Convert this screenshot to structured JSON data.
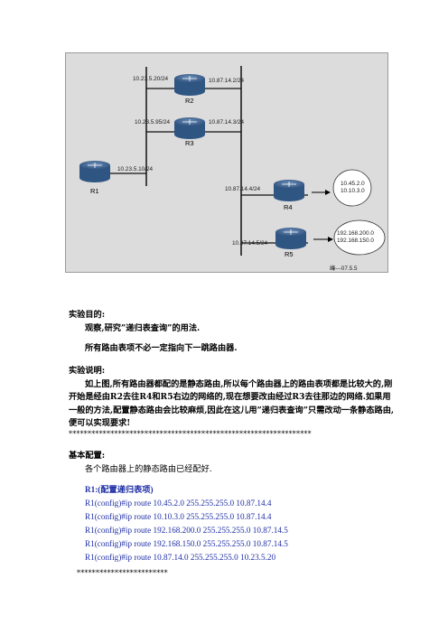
{
  "diagram": {
    "routers": {
      "r1": "R1",
      "r2": "R2",
      "r3": "R3",
      "r4": "R4",
      "r5": "R5"
    },
    "labels": {
      "r2_left": "10.23.5.20/24",
      "r2_right": "10.87.14.2/24",
      "r3_left": "10.23.5.95/24",
      "r3_right": "10.87.14.3/24",
      "r1_right": "10.23.5.10/24",
      "r4_left": "10.87.14.4/24",
      "r5_left": "10.87.14.5/24",
      "net4_a": "10.45.2.0",
      "net4_b": "10.10.3.0",
      "net5_a": "192.168.200.0",
      "net5_b": "192.168.150.0",
      "credit": "峰---07.5.5"
    }
  },
  "content": {
    "purpose_heading": "实验目的:",
    "purpose_line1": "观察,研究”递归表查询”的用法.",
    "purpose_line2": "所有路由表项不必一定指向下一跳路由器.",
    "desc_heading": "实验说明:",
    "desc_line1": "如上图,所有路由器都配的是静态路由,所以每个路由器上的路由表项都是比较大的,刚",
    "desc_line2": "开始是经由R2去往R4和R5右边的网络的,现在想要改由经过R3去往那边的网络.如果用",
    "desc_line3": "一般的方法,配置静态路由会比较麻烦,因此在这儿用”递归表查询”只需改动一条静态路由,",
    "desc_line4": "便可以实现要求!",
    "separator1": "****************************************************************",
    "basic_heading": "基本配置:",
    "basic_line": "各个路由器上的静态路由已经配好.",
    "r1_heading": "R1:(配置递归表项)",
    "cmds": [
      "R1(config)#ip route 10.45.2.0 255.255.255.0 10.87.14.4",
      "R1(config)#ip route 10.10.3.0 255.255.255.0 10.87.14.4",
      "R1(config)#ip route 192.168.200.0 255.255.255.0 10.87.14.5",
      "R1(config)#ip route 192.168.150.0 255.255.255.0 10.87.14.5",
      "R1(config)#ip route 10.87.14.0 255.255.255.0 10.23.5.20"
    ],
    "separator2": "************************"
  }
}
